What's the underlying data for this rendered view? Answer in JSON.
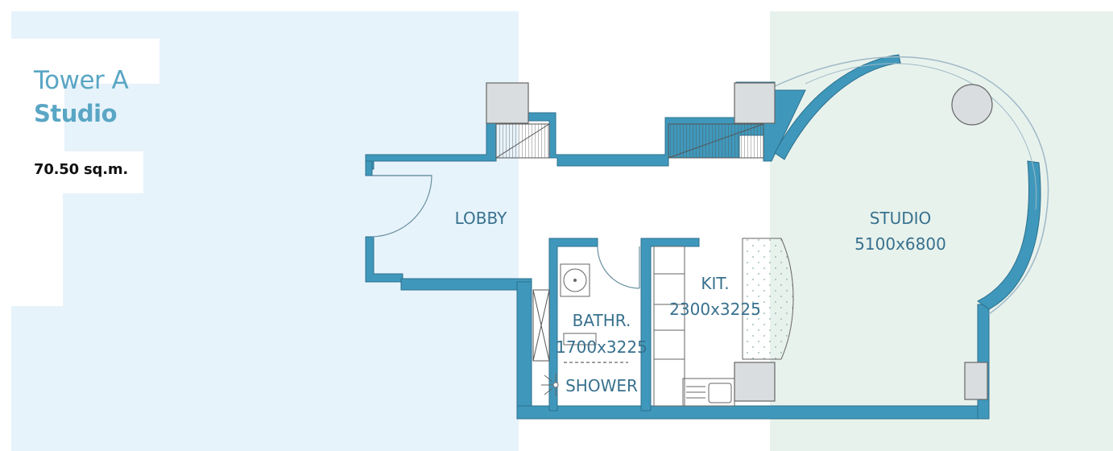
{
  "header": {
    "tower": "Tower A",
    "unit_type": "Studio",
    "area": "70.50 sq.m."
  },
  "rooms": {
    "lobby": {
      "name": "LOBBY"
    },
    "studio": {
      "name": "STUDIO",
      "size": "5100x6800"
    },
    "kitchen": {
      "name": "KIT.",
      "size": "2300x3225"
    },
    "bathroom": {
      "name": "BATHR.",
      "size": "1700x3225"
    },
    "shower": {
      "name": "SHOWER"
    }
  },
  "colors": {
    "wall": "#3f98bc",
    "wall_outline": "#2c6f8c",
    "text": "#38718e",
    "heading": "#5aa6c4",
    "lobby_bg": "#e7f3fb",
    "studio_bg": "#e8f2ed",
    "column": "#d9dde0"
  }
}
